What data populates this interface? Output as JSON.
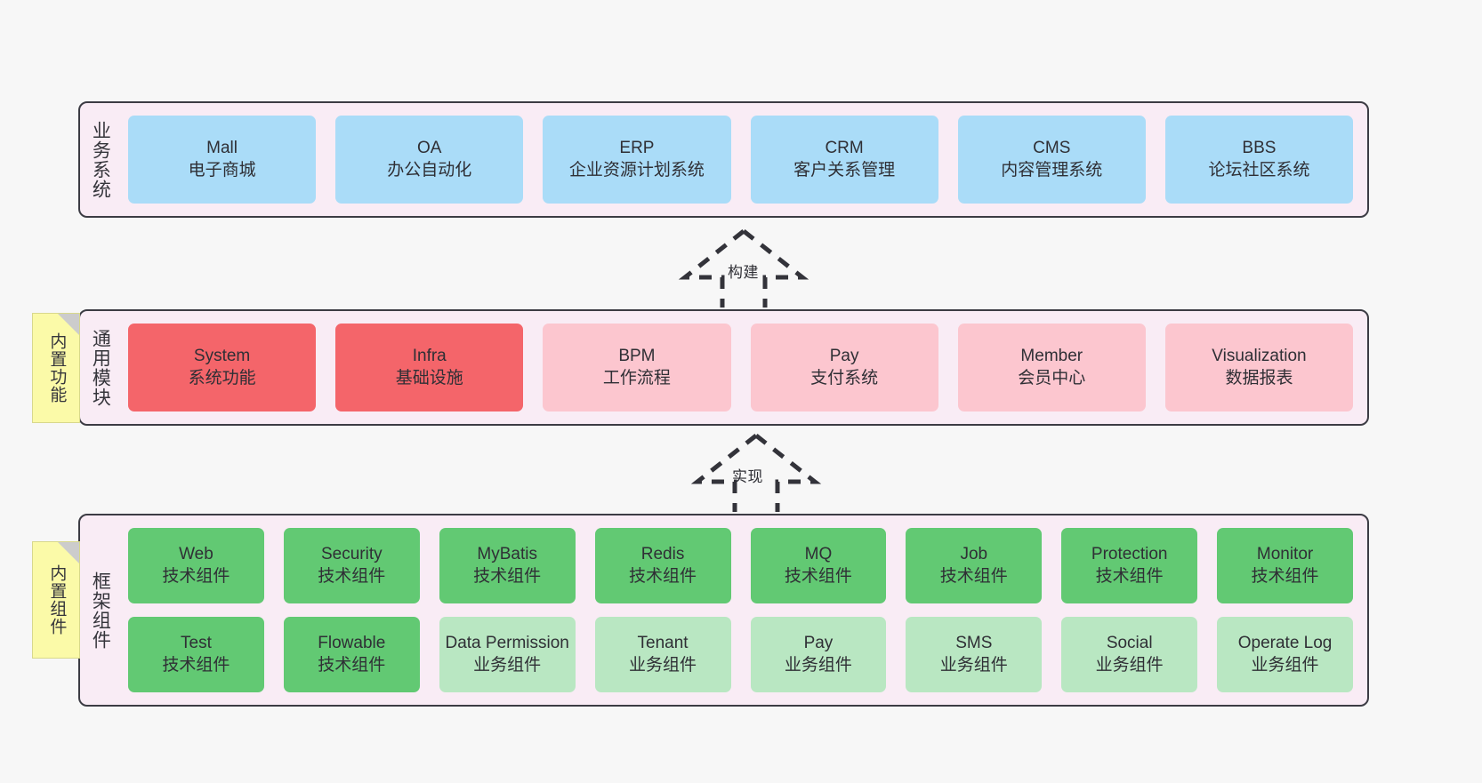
{
  "diagram": {
    "layers": [
      {
        "id": "business",
        "title": "业务系统",
        "note": null,
        "rows": [
          [
            {
              "style": "c-blue",
              "name": "Mall",
              "desc": "电子商城"
            },
            {
              "style": "c-blue",
              "name": "OA",
              "desc": "办公自动化"
            },
            {
              "style": "c-blue",
              "name": "ERP",
              "desc": "企业资源计划系统"
            },
            {
              "style": "c-blue",
              "name": "CRM",
              "desc": "客户关系管理"
            },
            {
              "style": "c-blue",
              "name": "CMS",
              "desc": "内容管理系统"
            },
            {
              "style": "c-blue",
              "name": "BBS",
              "desc": "论坛社区系统"
            }
          ]
        ]
      },
      {
        "id": "common",
        "title": "通用模块",
        "note": "内置功能",
        "rows": [
          [
            {
              "style": "c-red",
              "name": "System",
              "desc": "系统功能"
            },
            {
              "style": "c-red",
              "name": "Infra",
              "desc": "基础设施"
            },
            {
              "style": "c-pink",
              "name": "BPM",
              "desc": "工作流程"
            },
            {
              "style": "c-pink",
              "name": "Pay",
              "desc": "支付系统"
            },
            {
              "style": "c-pink",
              "name": "Member",
              "desc": "会员中心"
            },
            {
              "style": "c-pink",
              "name": "Visualization",
              "desc": "数据报表"
            }
          ]
        ]
      },
      {
        "id": "framework",
        "title": "框架组件",
        "note": "内置组件",
        "rows": [
          [
            {
              "style": "c-green",
              "name": "Web",
              "desc": "技术组件"
            },
            {
              "style": "c-green",
              "name": "Security",
              "desc": "技术组件"
            },
            {
              "style": "c-green",
              "name": "MyBatis",
              "desc": "技术组件"
            },
            {
              "style": "c-green",
              "name": "Redis",
              "desc": "技术组件"
            },
            {
              "style": "c-green",
              "name": "MQ",
              "desc": "技术组件"
            },
            {
              "style": "c-green",
              "name": "Job",
              "desc": "技术组件"
            },
            {
              "style": "c-green",
              "name": "Protection",
              "desc": "技术组件"
            },
            {
              "style": "c-green",
              "name": "Monitor",
              "desc": "技术组件"
            }
          ],
          [
            {
              "style": "c-green",
              "name": "Test",
              "desc": "技术组件"
            },
            {
              "style": "c-green",
              "name": "Flowable",
              "desc": "技术组件"
            },
            {
              "style": "c-lightgreen",
              "name": "Data Permission",
              "desc": "业务组件"
            },
            {
              "style": "c-lightgreen",
              "name": "Tenant",
              "desc": "业务组件"
            },
            {
              "style": "c-lightgreen",
              "name": "Pay",
              "desc": "业务组件"
            },
            {
              "style": "c-lightgreen",
              "name": "SMS",
              "desc": "业务组件"
            },
            {
              "style": "c-lightgreen",
              "name": "Social",
              "desc": "业务组件"
            },
            {
              "style": "c-lightgreen",
              "name": "Operate Log",
              "desc": "业务组件"
            }
          ]
        ]
      }
    ],
    "connectors": [
      {
        "id": "build",
        "label": "构建",
        "icon": "dashed-generalization-arrow-up"
      },
      {
        "id": "implement",
        "label": "实现",
        "icon": "dashed-generalization-arrow-up"
      }
    ],
    "colors": {
      "canvas": "#f7f7f7",
      "layer_background": "#f9ecf5",
      "layer_border": "#3c3c44",
      "business_card": "#aadcf8",
      "module_primary_card": "#f4656a",
      "module_secondary_card": "#fcc6cf",
      "tech_component_card": "#62c973",
      "business_component_card": "#b9e7c2",
      "note_background": "#fbfaa8",
      "note_fold": "#cccccc"
    }
  }
}
